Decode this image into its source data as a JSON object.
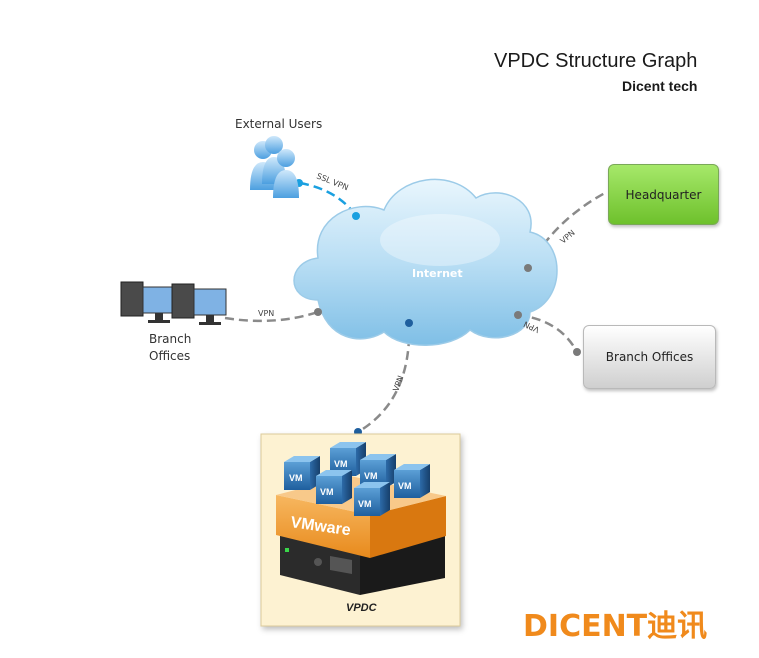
{
  "title": "VPDC Structure Graph",
  "subtitle": "Dicent tech",
  "nodes": {
    "external_users": "External Users",
    "internet": "Internet",
    "headquarter": "Headquarter",
    "branch_offices_right": "Branch Offices",
    "branch_offices_left": "Branch\nOffices",
    "vpdc": "VPDC",
    "vmware": "VMware",
    "vm": "VM"
  },
  "links": {
    "ssl_vpn": "SSL VPN",
    "vpn_left": "VPN",
    "vpn_hq": "VPN",
    "vpn_branch": "VPN",
    "vpn_vpdc": "VPN"
  },
  "logo": {
    "text": "DICENT迪讯",
    "color": "#f08a1c"
  },
  "colors": {
    "link_dot": "#1aa0e0",
    "dashes": "#8a8a8a",
    "cloud": "#bfe3f7"
  }
}
